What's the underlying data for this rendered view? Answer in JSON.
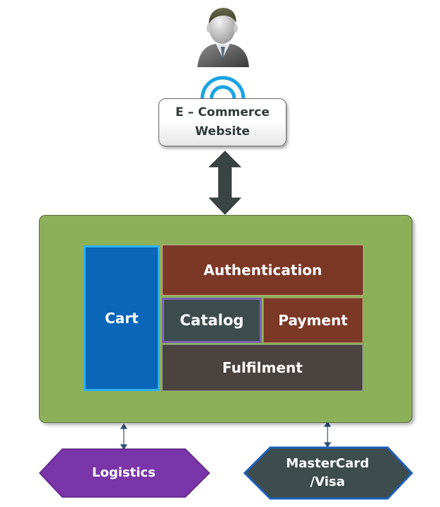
{
  "website": {
    "line1": "E – Commerce",
    "line2": "Website"
  },
  "modules": {
    "cart": "Cart",
    "authentication": "Authentication",
    "catalog": "Catalog",
    "payment": "Payment",
    "fulfilment": "Fulfilment"
  },
  "external": {
    "logistics": "Logistics",
    "mastercard_line1": "MasterCard",
    "mastercard_line2": "/Visa"
  },
  "colors": {
    "container": "#8cb05a",
    "cart": "#0966b8",
    "authentication": "#7c3826",
    "catalog": "#3d4c4c",
    "payment": "#7c3826",
    "fulfilment": "#4a433f",
    "logistics": "#7a35a8",
    "mastercard": "#3d4c4c",
    "arrow": "#3a4443"
  },
  "icons": {
    "user": "user-icon",
    "signal": "wifi-signal-icon"
  }
}
